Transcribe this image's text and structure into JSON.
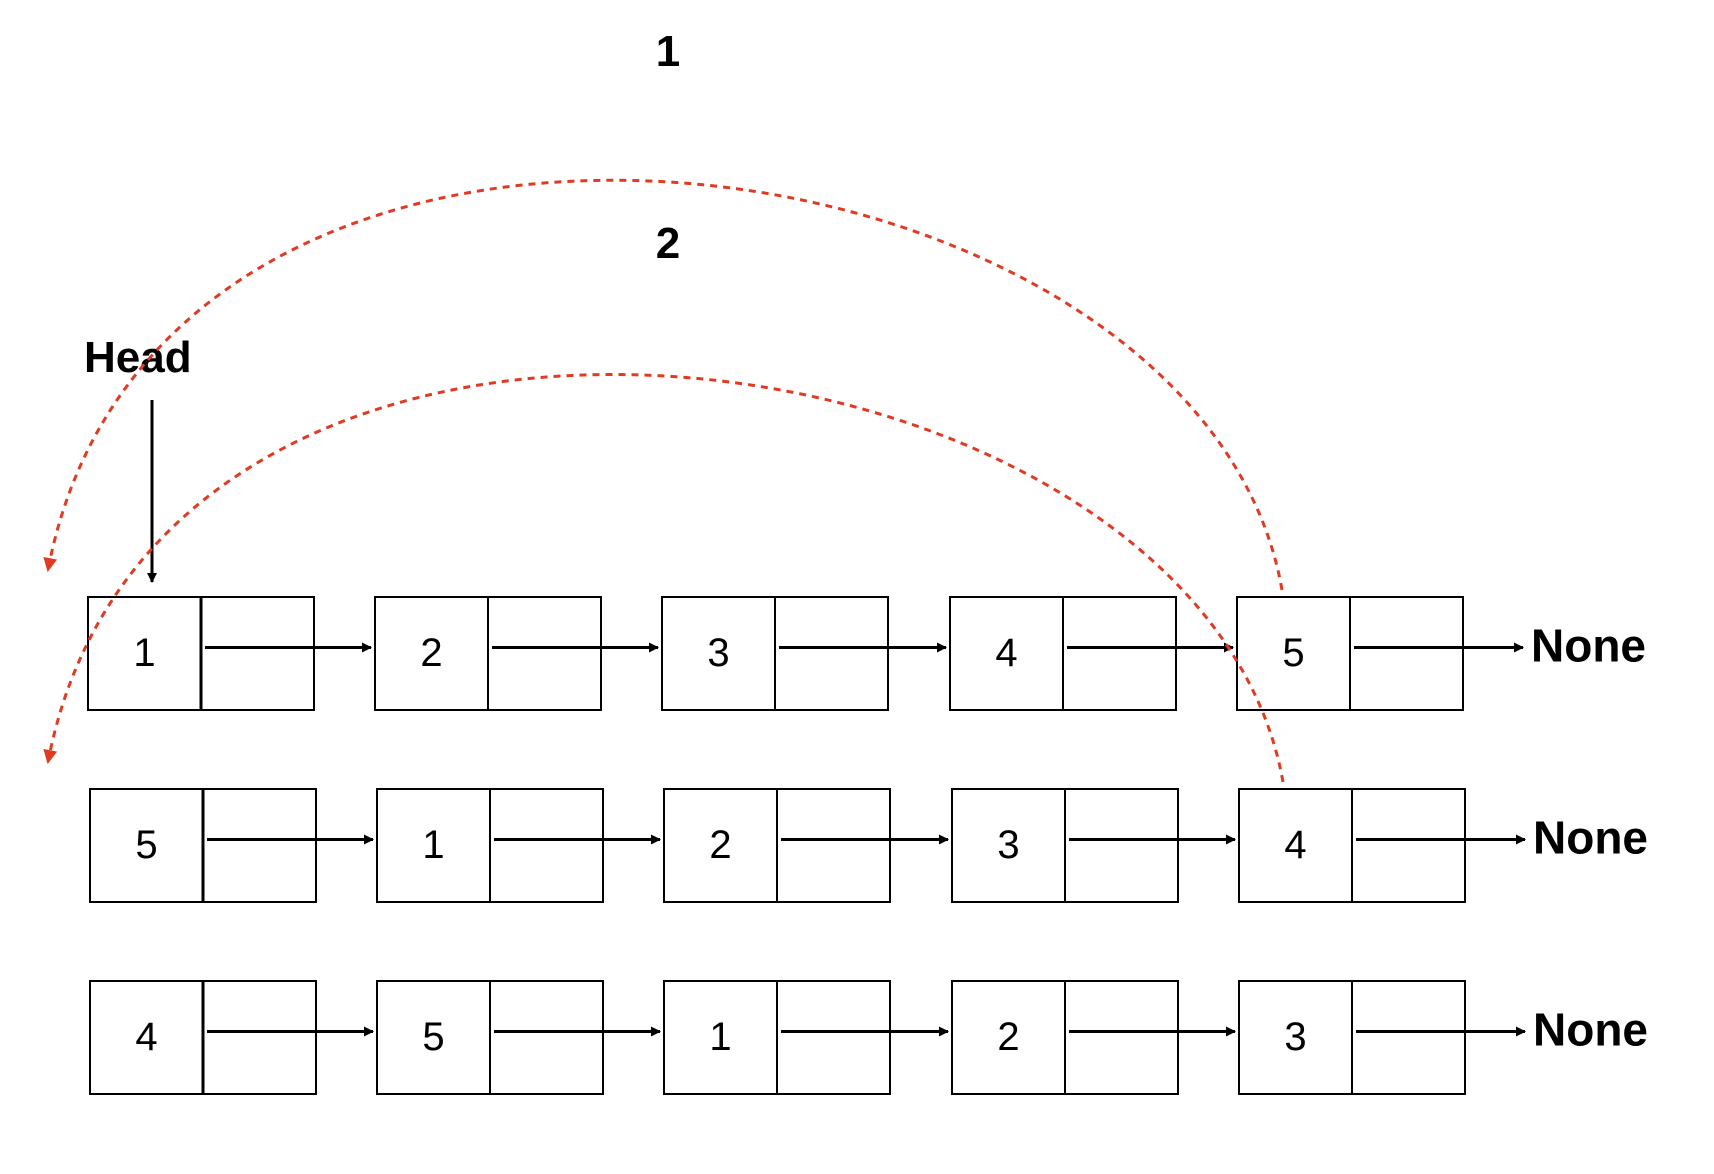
{
  "head_label": "Head",
  "terminator_label": "None",
  "rows": [
    {
      "values": [
        "1",
        "2",
        "3",
        "4",
        "5"
      ]
    },
    {
      "values": [
        "5",
        "1",
        "2",
        "3",
        "4"
      ]
    },
    {
      "values": [
        "4",
        "5",
        "1",
        "2",
        "3"
      ]
    }
  ],
  "rotation_steps": [
    {
      "label": "1"
    },
    {
      "label": "2"
    }
  ],
  "colors": {
    "arc": "#e03a22",
    "ink": "#000000"
  }
}
